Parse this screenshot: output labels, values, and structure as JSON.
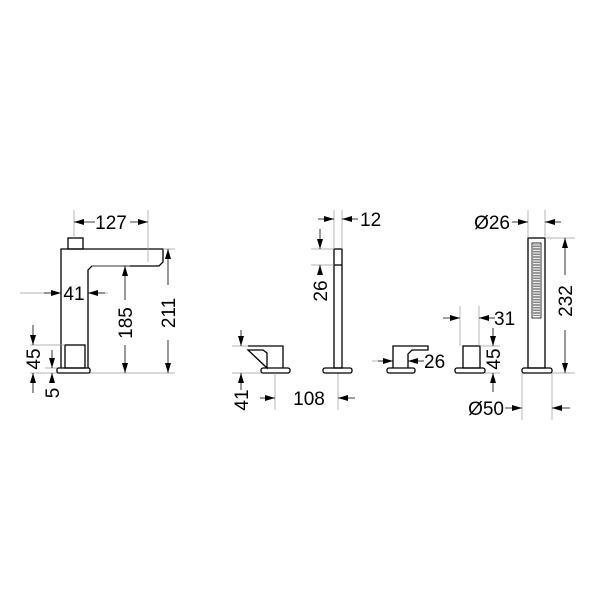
{
  "drawing": {
    "basin_mixer": {
      "spout_reach": "127",
      "body_width": "41",
      "spout_height": "185",
      "total_height": "211",
      "lower_block_height": "45",
      "base_thickness": "5"
    },
    "spout": {
      "diameter": "12",
      "tip_length": "26"
    },
    "lever_left": {
      "height": "41",
      "spacing": "108"
    },
    "lever_right": {
      "width": "26"
    },
    "diverter": {
      "width": "31",
      "height": "45"
    },
    "hand_shower": {
      "diameter": "Ø26",
      "length": "232",
      "base_diameter": "Ø50"
    }
  }
}
